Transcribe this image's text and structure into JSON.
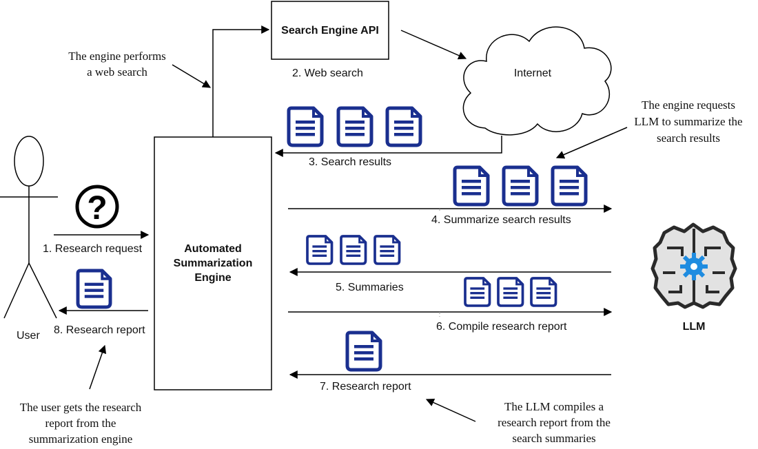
{
  "nodes": {
    "search_api": "Search Engine API",
    "internet": "Internet",
    "engine": [
      "Automated",
      "Summarization",
      "Engine"
    ],
    "user": "User",
    "llm": "LLM"
  },
  "steps": {
    "s1": "1. Research request",
    "s2": "2. Web search",
    "s3": "3. Search results",
    "s4": "4. Summarize search results",
    "s5": "5. Summaries",
    "s6": "6. Compile research report",
    "s7": "7. Research report",
    "s8": "8. Research report"
  },
  "notes": {
    "web_search": [
      "The engine performs",
      "a web search"
    ],
    "llm_request": [
      "The engine requests",
      "LLM to summarize the",
      "search results"
    ],
    "user_gets": [
      "The user gets the research",
      "report from the",
      "summarization engine"
    ],
    "llm_compiles": [
      "The LLM compiles a",
      "research report from the",
      "search summaries"
    ]
  },
  "icons": {
    "question": "question-mark",
    "document": "document",
    "brain": "brain-with-gear",
    "cloud": "cloud",
    "stick_figure": "stick-figure"
  },
  "colors": {
    "document": "#1a2f8f",
    "gear": "#1f8ce0",
    "brain_outline": "#2a2a2a",
    "brain_fill": "#e2e2e2"
  }
}
